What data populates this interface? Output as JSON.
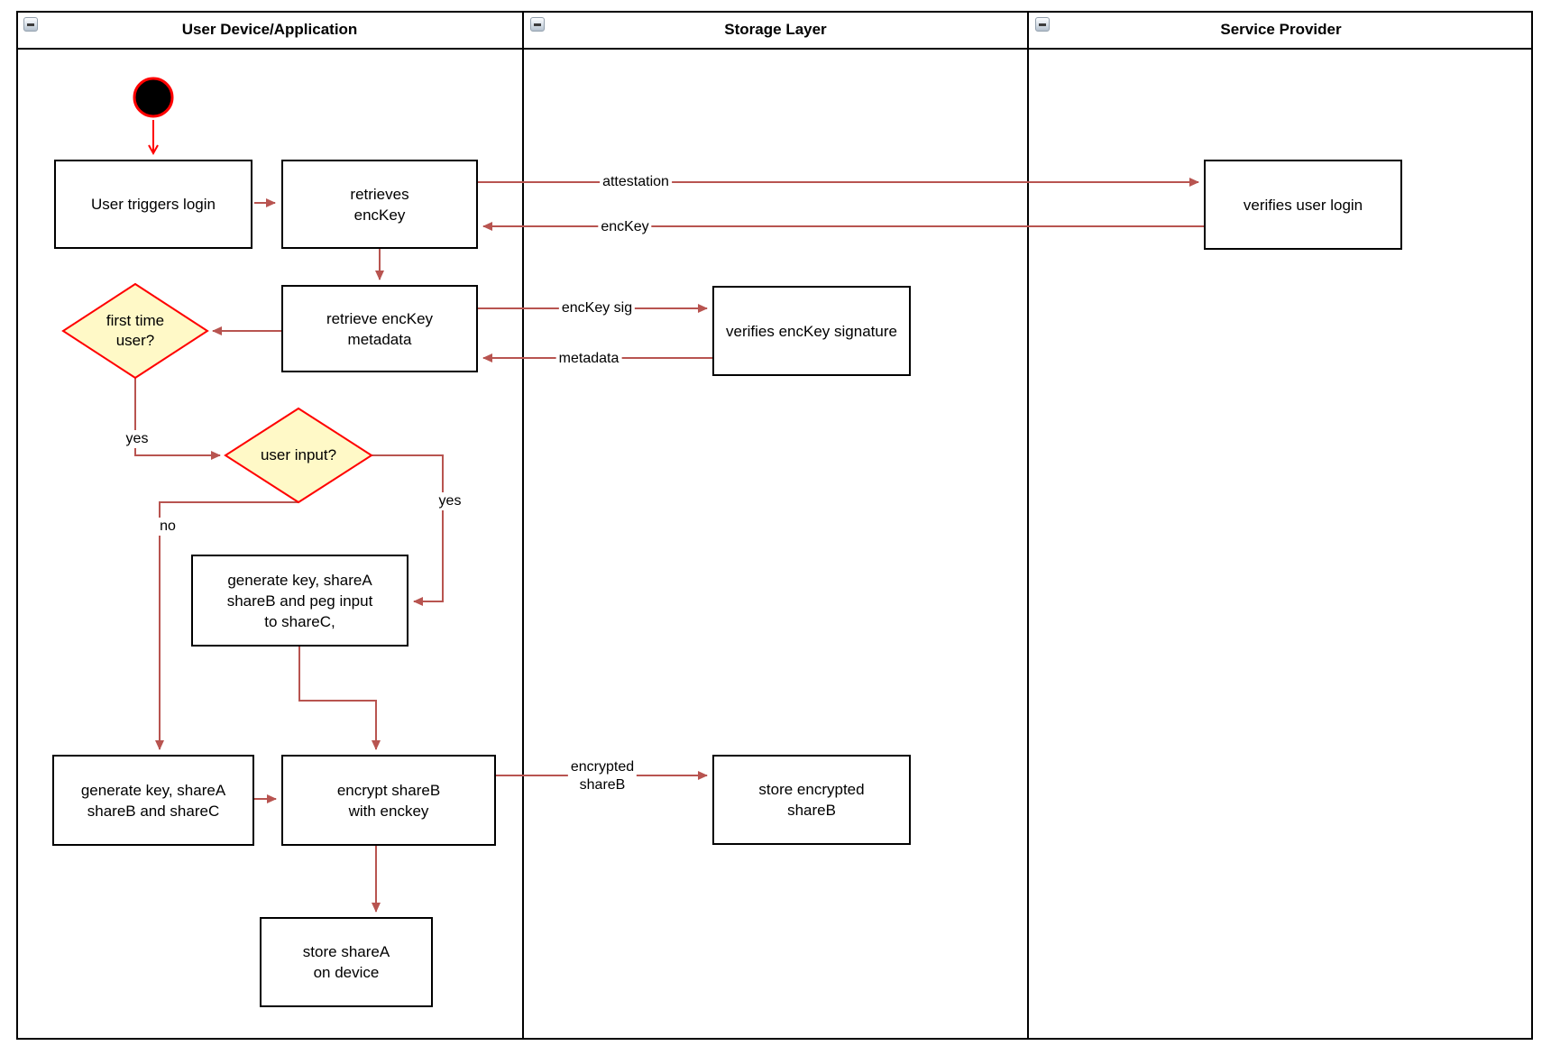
{
  "lanes": [
    {
      "title": "User Device/Application"
    },
    {
      "title": "Storage Layer"
    },
    {
      "title": "Service Provider"
    }
  ],
  "nodes": [
    {
      "id": "user-triggers-login",
      "label": "User triggers login"
    },
    {
      "id": "retrieves-enckey",
      "label": "retrieves\nencKey"
    },
    {
      "id": "retrieve-enckey-metadata",
      "label": "retrieve encKey\nmetadata"
    },
    {
      "id": "first-time-user",
      "label": "first time\nuser?",
      "shape": "decision"
    },
    {
      "id": "user-input",
      "label": "user input?",
      "shape": "decision"
    },
    {
      "id": "generate-key-peg-input",
      "label": "generate key, shareA\nshareB and peg input\nto shareC,"
    },
    {
      "id": "generate-key-sharec",
      "label": "generate key, shareA\nshareB and shareC"
    },
    {
      "id": "encrypt-shareb",
      "label": "encrypt shareB\nwith enckey"
    },
    {
      "id": "store-sharea",
      "label": "store shareA\non device"
    },
    {
      "id": "store-encrypted-shareb",
      "label": "store encrypted\nshareB"
    },
    {
      "id": "verifies-enckey-signature",
      "label": "verifies encKey signature"
    },
    {
      "id": "verifies-user-login",
      "label": "verifies user login"
    }
  ],
  "edge_labels": {
    "attestation": "attestation",
    "enckey": "encKey",
    "enckey_sig": "encKey sig",
    "metadata": "metadata",
    "encrypted_shareb": "encrypted\nshareB",
    "yes_first_time": "yes",
    "no_user_input": "no",
    "yes_user_input": "yes"
  },
  "colors": {
    "connector": "#B85450",
    "start_accent": "#FF0000",
    "decision_fill": "#FFF9C7",
    "decision_border": "#FF0000",
    "shape_border": "#000000",
    "shape_fill": "#FFFFFF"
  }
}
